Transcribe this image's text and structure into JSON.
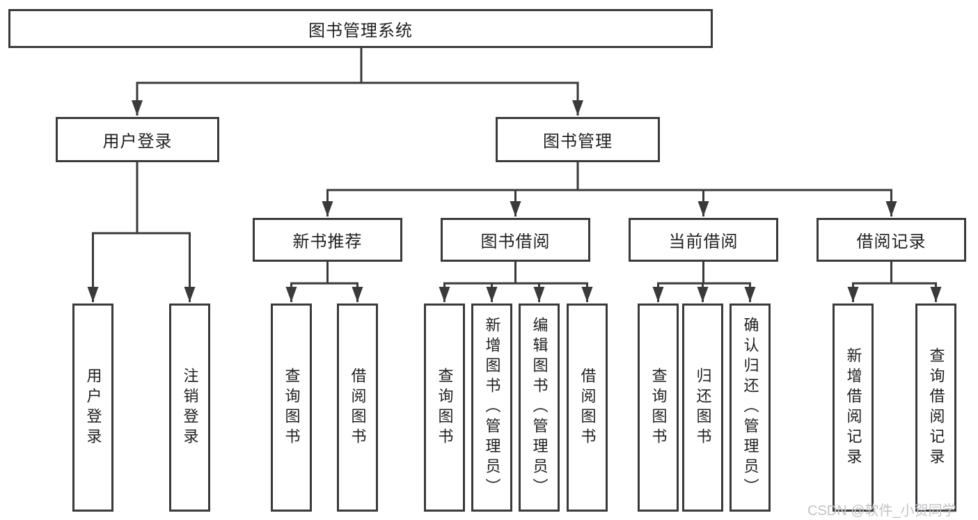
{
  "diagram_title": "图书管理系统",
  "nodes": {
    "root": "图书管理系统",
    "user_login": "用户登录",
    "book_mgmt": "图书管理",
    "new_books": "新书推荐",
    "book_borrow": "图书借阅",
    "current_borrow": "当前借阅",
    "borrow_records": "借阅记录",
    "leaf_user_login": "用户登录",
    "leaf_logout": "注销登录",
    "leaf_nb_query": "查询图书",
    "leaf_nb_borrow": "借阅图书",
    "leaf_bb_query": "查询图书",
    "leaf_bb_add": "新增图书（管理员）",
    "leaf_bb_edit": "编辑图书（管理员）",
    "leaf_bb_borrow": "借阅图书",
    "leaf_cb_query": "查询图书",
    "leaf_cb_return": "归还图书",
    "leaf_cb_confirm": "确认归还（管理员）",
    "leaf_br_add": "新增借阅记录",
    "leaf_br_query": "查询借阅记录"
  },
  "watermark": "CSDN @软件_小贺同学",
  "colors": {
    "line": "#3a3a3a",
    "box_border": "#3a3a3a",
    "text": "#1f1f1f",
    "watermark": "#c0c3c8",
    "background": "#ffffff"
  }
}
